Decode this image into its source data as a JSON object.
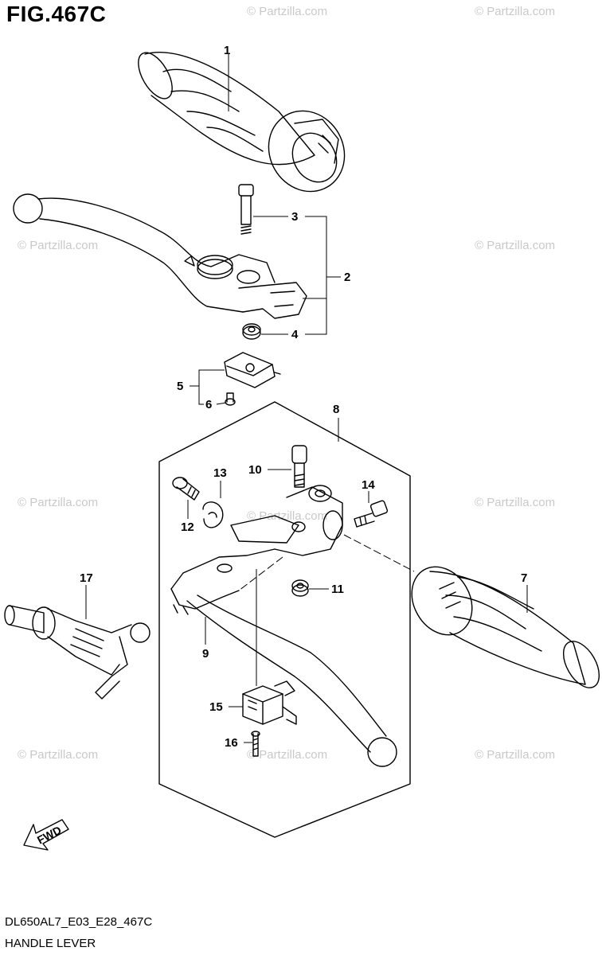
{
  "figure": {
    "title": "FIG.467C"
  },
  "watermark": {
    "text": "© Partzilla.com"
  },
  "callouts": {
    "c1": "1",
    "c2": "2",
    "c3": "3",
    "c4": "4",
    "c5": "5",
    "c6": "6",
    "c7": "7",
    "c8": "8",
    "c9": "9",
    "c10": "10",
    "c11": "11",
    "c12": "12",
    "c13": "13",
    "c14": "14",
    "c15": "15",
    "c16": "16",
    "c17": "17"
  },
  "fwd_label": "FWD",
  "footer": {
    "model_code": "DL650AL7_E03_E28_467C",
    "section_name": "HANDLE LEVER"
  }
}
